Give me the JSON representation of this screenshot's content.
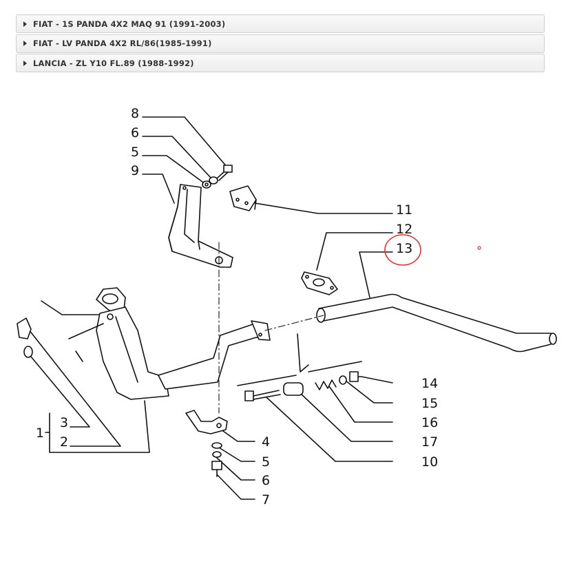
{
  "accordion": {
    "items": [
      {
        "label": "FIAT - 1S PANDA 4X2 MAQ 91 (1991-2003)"
      },
      {
        "label": "FIAT - LV PANDA 4X2 RL/86(1985-1991)"
      },
      {
        "label": "LANCIA - ZL Y10 FL.89 (1988-1992)"
      }
    ]
  },
  "diagram": {
    "callouts": {
      "c8": "8",
      "c6a": "6",
      "c5a": "5",
      "c9": "9",
      "c11": "11",
      "c12": "12",
      "c13": "13",
      "c14": "14",
      "c15": "15",
      "c16": "16",
      "c17": "17",
      "c10": "10",
      "c4": "4",
      "c5b": "5",
      "c6b": "6",
      "c7": "7",
      "c1": "1",
      "c3": "3",
      "c2": "2"
    },
    "highlighted_part": "13",
    "highlight_color": "#e03030"
  }
}
